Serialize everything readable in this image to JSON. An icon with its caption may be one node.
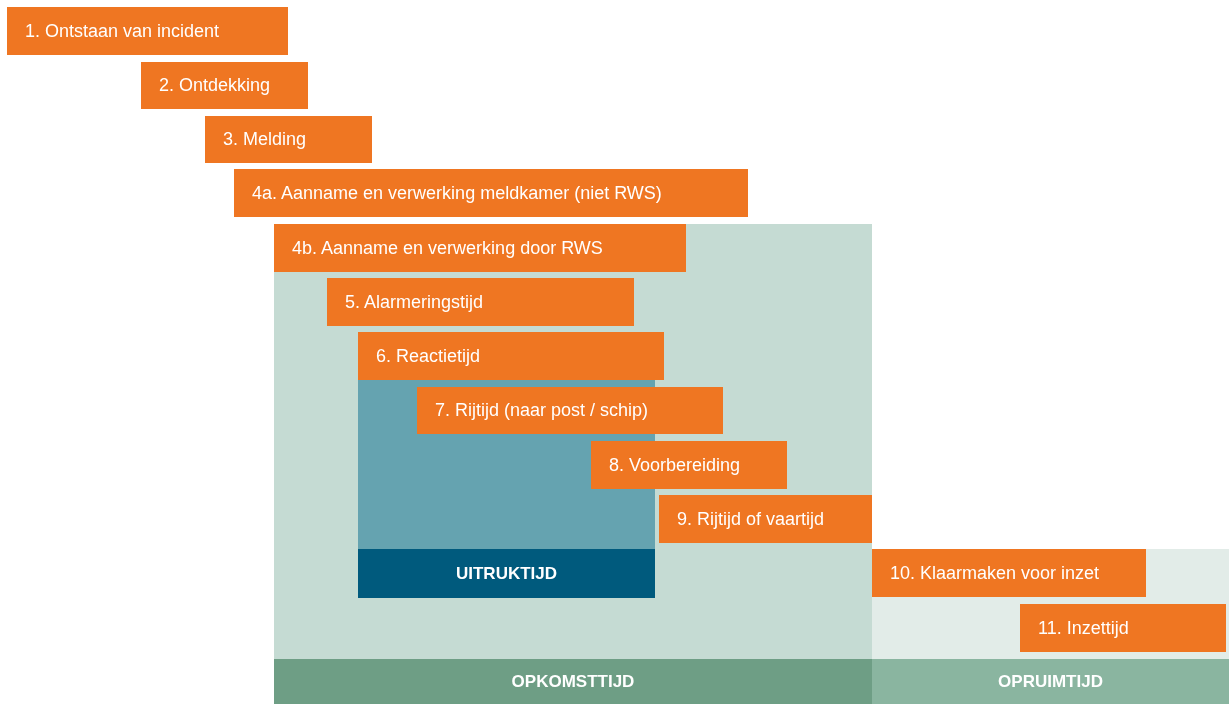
{
  "diagram": {
    "nodes": [
      {
        "text": [
          "1. Ontstaan van incident"
        ]
      },
      {
        "text": [
          "2. Ontdekking"
        ]
      },
      {
        "text": [
          "3. Melding"
        ]
      },
      {
        "text": [
          "4a. Aanname en verwerking meldkamer (niet RWS)"
        ]
      },
      {
        "text": [
          "OPKOMSTTIJD"
        ]
      },
      {
        "text": [
          "4b. Aanname en verwerking door RWS"
        ],
        "in": 4
      },
      {
        "text": [
          "5. Alarmeringstijd"
        ],
        "in": 4
      },
      {
        "text": [
          "6. Reactietijd"
        ],
        "in": 4
      },
      {
        "text": [
          "UITRUKTIJD"
        ],
        "in": 4
      },
      {
        "text": [
          "7. Rijtijd (naar post / schip)"
        ],
        "in": 4
      },
      {
        "text": [
          "8. Voorbereiding"
        ],
        "in": 4
      },
      {
        "text": [
          "9. Rijtijd of vaartijd"
        ],
        "in": 4
      },
      {
        "text": [
          "OPRUIMTIJD"
        ]
      },
      {
        "text": [
          "10. Klaarmaken voor inzet"
        ],
        "in": 12
      },
      {
        "text": [
          "11. Inzettijd"
        ],
        "in": 12
      }
    ]
  }
}
